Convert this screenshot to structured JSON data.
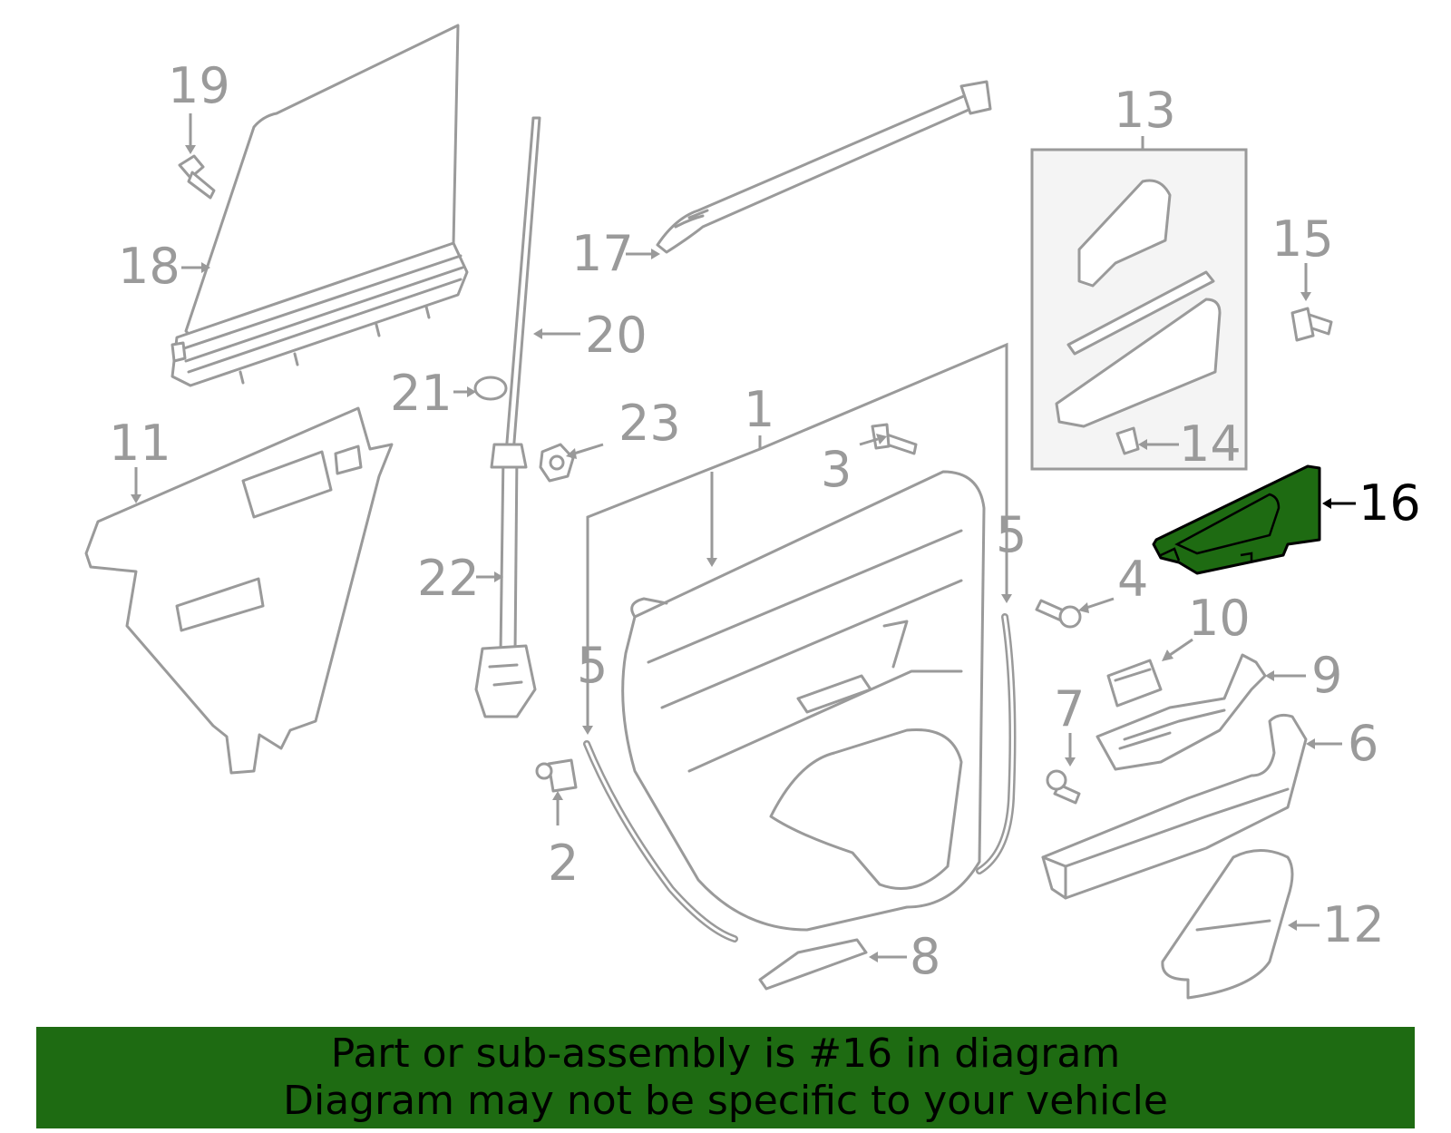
{
  "diagram": {
    "highlighted_part": "16",
    "highlight_color": "#1e6b12",
    "line_color": "#9a9a9a",
    "labels": {
      "p1": "1",
      "p2": "2",
      "p3": "3",
      "p4": "4",
      "p5a": "5",
      "p5b": "5",
      "p6": "6",
      "p7": "7",
      "p8": "8",
      "p9": "9",
      "p10": "10",
      "p11": "11",
      "p12": "12",
      "p13": "13",
      "p14": "14",
      "p15": "15",
      "p16": "16",
      "p17": "17",
      "p18": "18",
      "p19": "19",
      "p20": "20",
      "p21": "21",
      "p22": "22",
      "p23": "23"
    }
  },
  "banner": {
    "line1": "Part or sub-assembly is #16 in diagram",
    "line2": "Diagram may not be specific to your vehicle",
    "background": "#1e6b12"
  }
}
